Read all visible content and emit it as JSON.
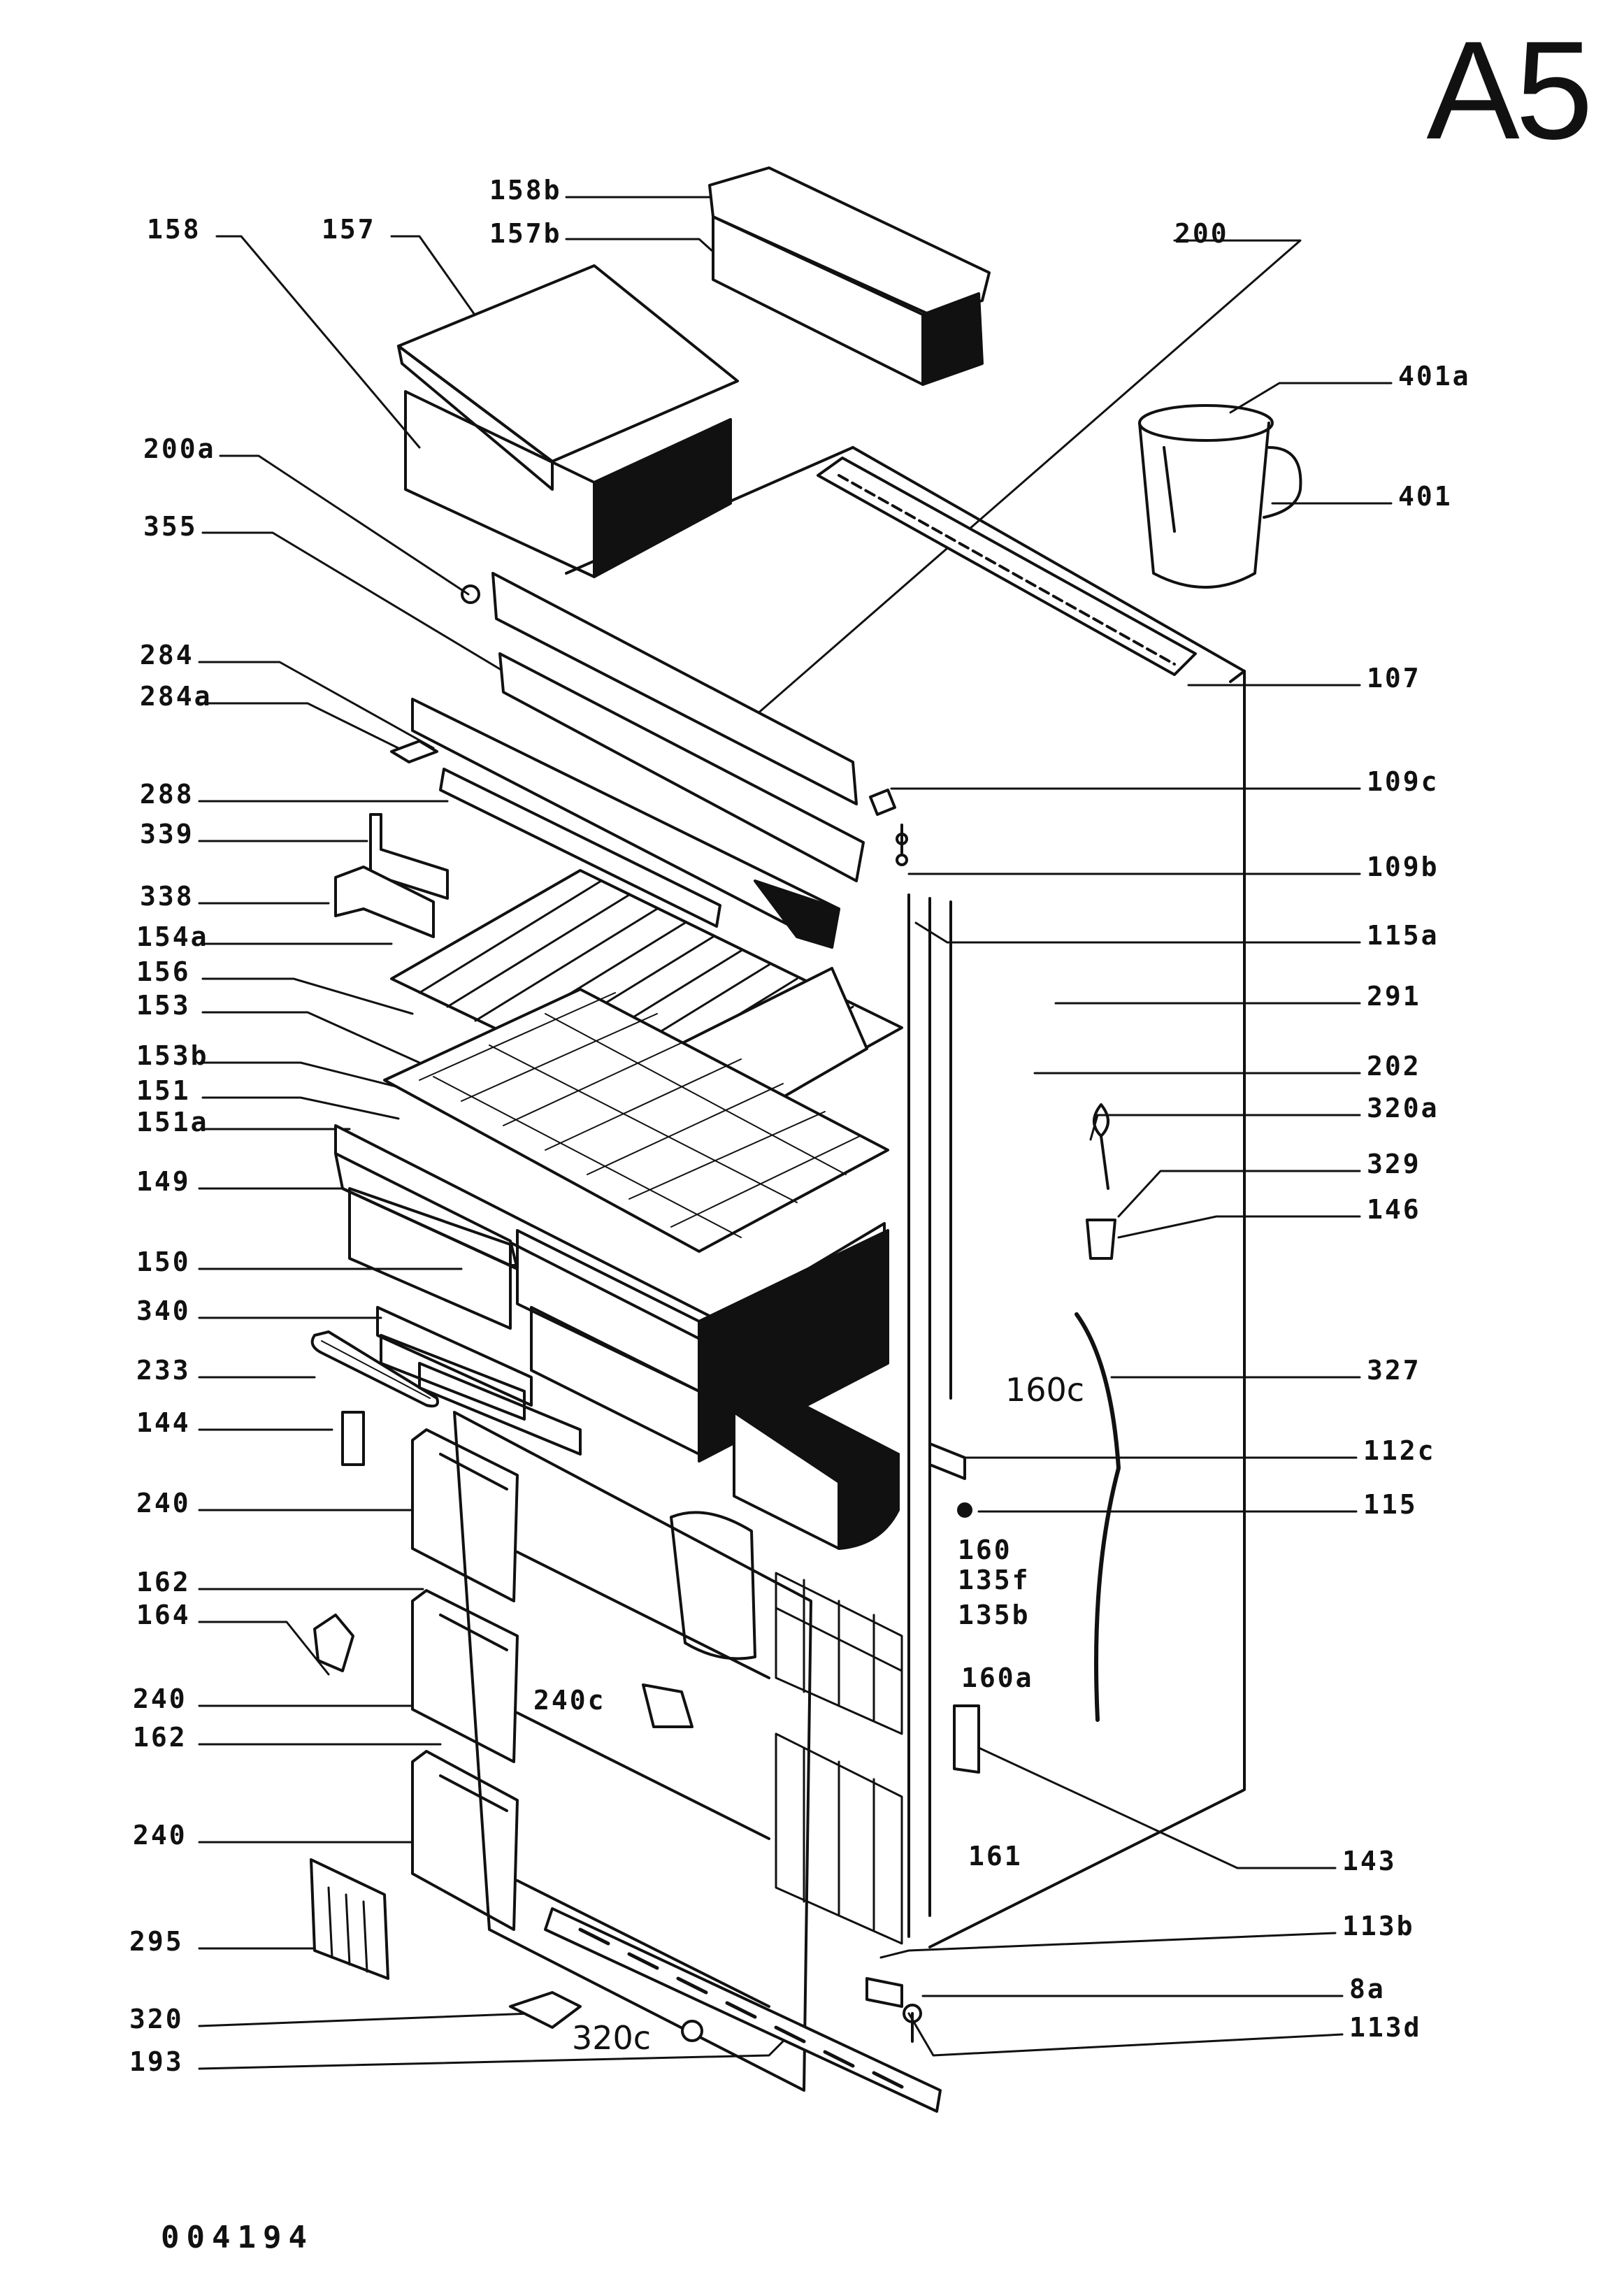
{
  "page": {
    "id": "A5",
    "drawing_number": "004194"
  },
  "callouts": {
    "left": [
      "158",
      "157",
      "200a",
      "355",
      "284",
      "284a",
      "288",
      "339",
      "338",
      "154a",
      "156",
      "153",
      "153b",
      "151",
      "151a",
      "149",
      "150",
      "340",
      "233",
      "144",
      "240",
      "162",
      "164",
      "240",
      "162",
      "240",
      "295",
      "320",
      "193"
    ],
    "right": [
      "158b",
      "157b",
      "200",
      "401a",
      "401",
      "107",
      "109c",
      "109b",
      "115a",
      "291",
      "202",
      "320a",
      "329",
      "146",
      "327",
      "112c",
      "115",
      "143",
      "113b",
      "8a",
      "113d"
    ],
    "inline": [
      "160c",
      "160",
      "135f",
      "135b",
      "160a",
      "240c",
      "161",
      "320c"
    ]
  }
}
